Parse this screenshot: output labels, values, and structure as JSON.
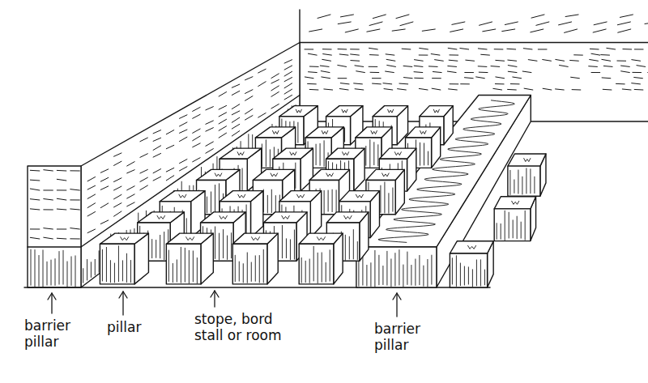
{
  "diagram": {
    "labels": [
      "barrier pillar",
      "pillar",
      "stope, bord stall or room",
      "barrier pillar"
    ]
  }
}
